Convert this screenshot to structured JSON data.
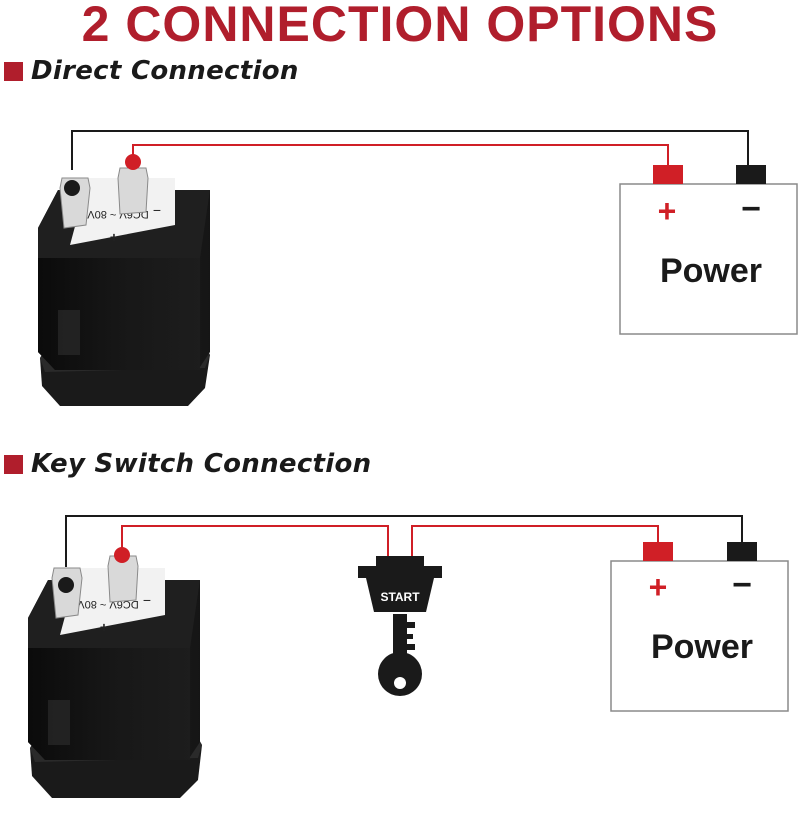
{
  "title": "2 CONNECTION OPTIONS",
  "colors": {
    "title": "#b01e2c",
    "accent": "#b01e2c",
    "red_wire": "#d01f26",
    "black_wire": "#1a1a1a",
    "meter_body": "#1c1c1c"
  },
  "sections": [
    {
      "heading": "Direct Connection",
      "meter": {
        "rating": "DC6V ~ 80V",
        "minus": "−",
        "plus": "+"
      },
      "power": {
        "label": "Power",
        "plus": "+",
        "minus": "−"
      }
    },
    {
      "heading": "Key Switch Connection",
      "meter": {
        "rating": "DC6V ~ 80V",
        "minus": "−",
        "plus": "+"
      },
      "switch": {
        "label": "START",
        "icon": "key-icon"
      },
      "power": {
        "label": "Power",
        "plus": "+",
        "minus": "−"
      }
    }
  ]
}
